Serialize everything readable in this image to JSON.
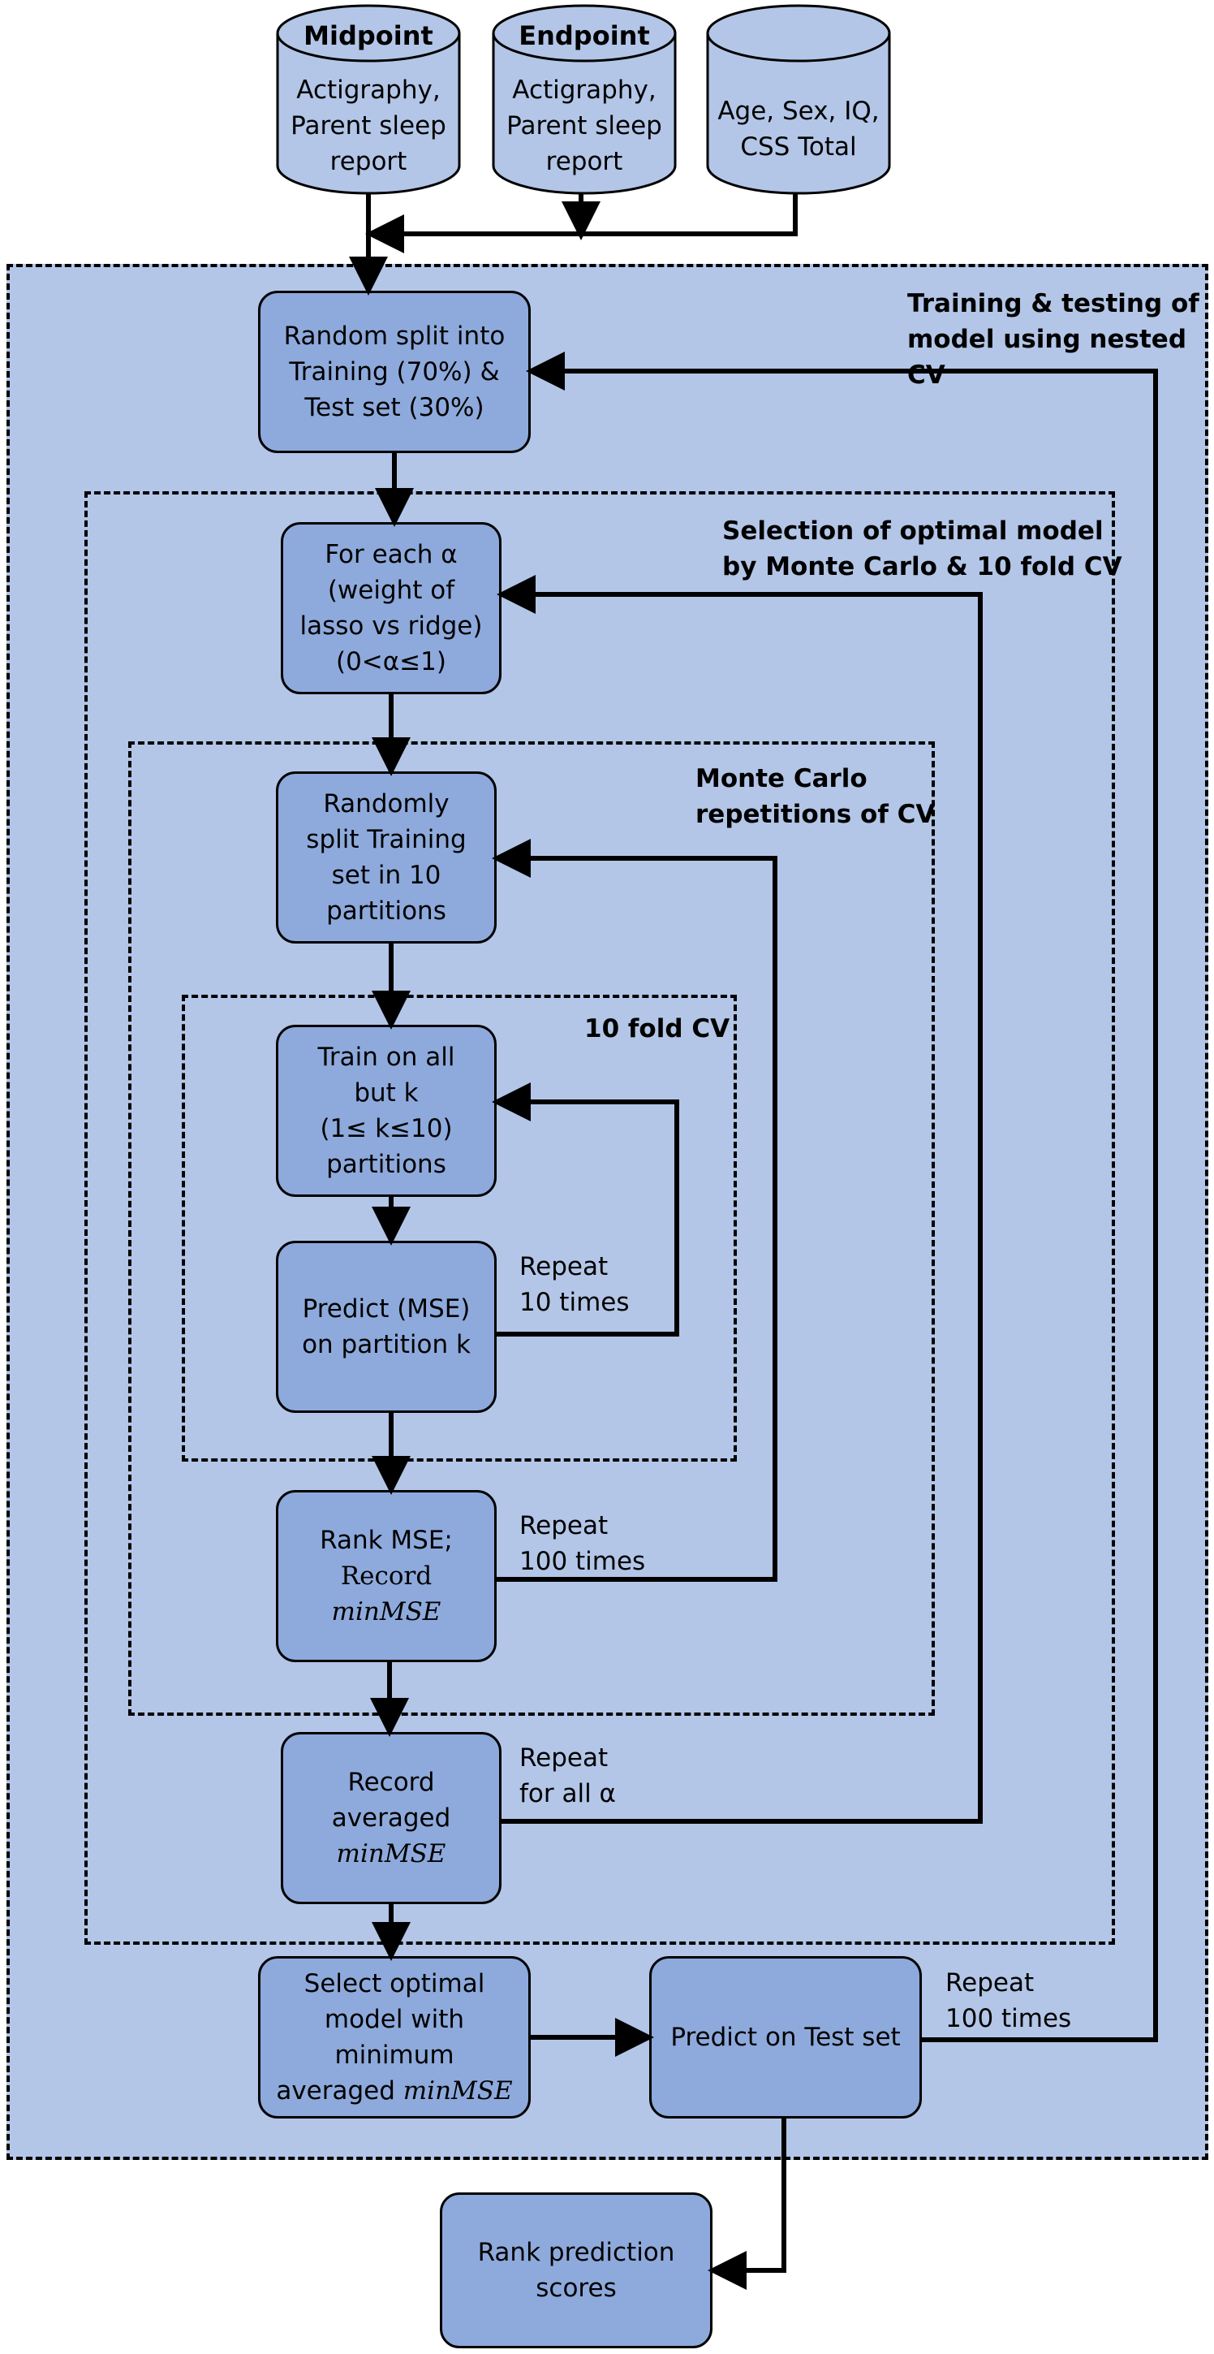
{
  "sources": [
    {
      "title": "Midpoint",
      "text": "Actigraphy,\nParent sleep\nreport"
    },
    {
      "title": "Endpoint",
      "text": "Actigraphy,\nParent sleep\nreport"
    },
    {
      "title": "",
      "text": "Age, Sex, IQ,\nCSS Total"
    }
  ],
  "panels": {
    "outer_title": "Training  & testing of\nmodel using nested CV",
    "selection_title": "Selection of optimal model\nby Monte Carlo & 10 fold CV",
    "montecarlo_title": "Monte Carlo\nrepetitions of CV",
    "tenfold_title": "10 fold CV"
  },
  "nodes": {
    "random_split": "Random split into\nTraining (70%) &\nTest set (30%)",
    "for_each_alpha": "For each α\n(weight of\nlasso vs ridge)\n(0<α≤1)",
    "randomly_split": "Randomly\nsplit Training\nset in 10\npartitions",
    "train_on_all": "Train on all\nbut k\n(1≤ k≤10)\npartitions",
    "predict_mse": "Predict (MSE)\non partition k",
    "rank_mse_line1": "Rank MSE;",
    "rank_mse_line2": "Record",
    "rank_mse_line3": "minMSE",
    "record_avg_line1": "Record",
    "record_avg_line2": "averaged",
    "record_avg_line3": "minMSE",
    "select_line1": "Select optimal",
    "select_line2": "model with",
    "select_line3": "minimum",
    "select_line4a": "averaged ",
    "select_line4b": "minMSE",
    "predict_test": "Predict on Test set",
    "rank_prediction": "Rank prediction\nscores"
  },
  "notes": {
    "repeat_10": "Repeat\n10 times",
    "repeat_100_mc": "Repeat\n100 times",
    "repeat_alpha": "Repeat\nfor all α",
    "repeat_100_outer": "Repeat\n100 times"
  }
}
